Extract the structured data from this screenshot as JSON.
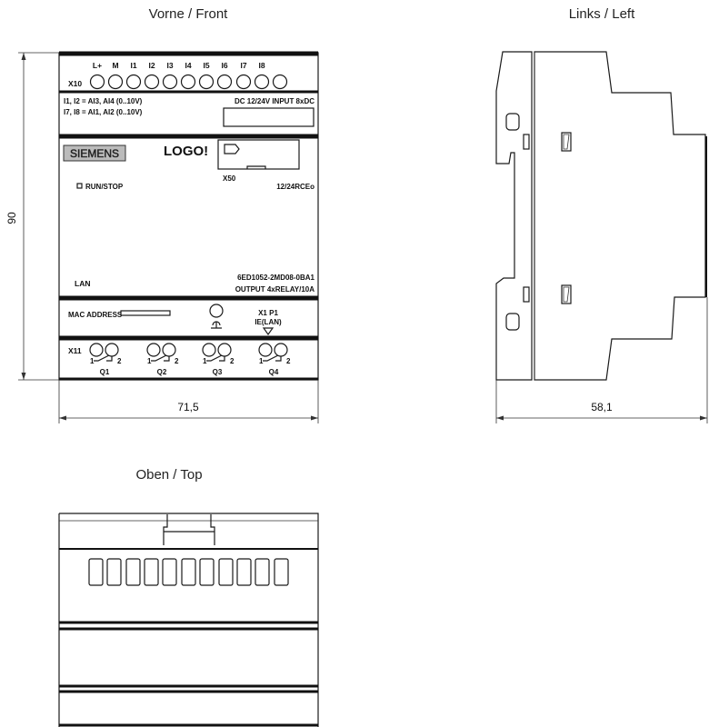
{
  "views": {
    "front_title": "Vorne / Front",
    "left_title": "Links / Left",
    "top_title": "Oben / Top"
  },
  "dimensions": {
    "height": "90",
    "front_width": "71,5",
    "side_depth": "58,1"
  },
  "front": {
    "input_connector": "X10",
    "input_terminals": [
      "L+",
      "M",
      "I1",
      "I2",
      "I3",
      "I4",
      "I5",
      "I6",
      "I7",
      "I8"
    ],
    "analog_note_1": "I1, I2 = AI3, AI4 (0..10V)",
    "analog_note_2": "I7, I8 = AI1, AI2 (0..10V)",
    "input_spec": "DC 12/24V  INPUT 8xDC",
    "brand": "SIEMENS",
    "product": "LOGO!",
    "slot_label": "X50",
    "run_stop": "RUN/STOP",
    "variant": "12/24RCEo",
    "lan": "LAN",
    "order_number": "6ED1052-2MD08-0BA1",
    "output_spec": "OUTPUT 4xRELAY/10A",
    "mac_label": "MAC ADDRESS",
    "port_label": "X1 P1",
    "port_type": "IE(LAN)",
    "output_connector": "X11",
    "outputs": [
      "Q1",
      "Q2",
      "Q3",
      "Q4"
    ],
    "contact_1": "1",
    "contact_2": "2"
  }
}
